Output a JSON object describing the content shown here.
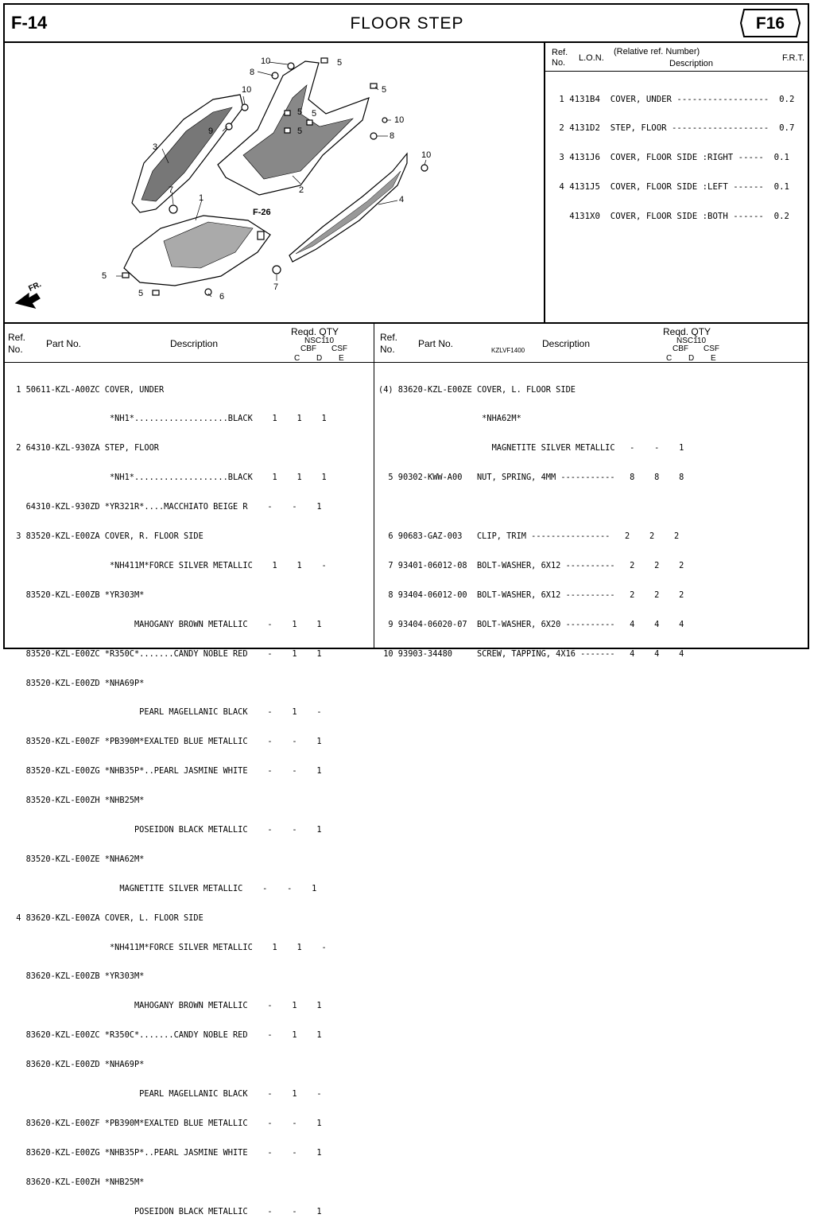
{
  "header": {
    "section": "F-14",
    "title": "FLOOR STEP",
    "figure": "F16"
  },
  "diagram": {
    "callouts": [
      "1",
      "2",
      "3",
      "4",
      "5",
      "5",
      "5",
      "5",
      "5",
      "5",
      "5",
      "6",
      "7",
      "7",
      "8",
      "8",
      "9",
      "10",
      "10",
      "10",
      "10"
    ],
    "ref_label": "F-26",
    "direction_label": "FR.",
    "drawing_code": "KZLVF1400"
  },
  "ref_table": {
    "headers": {
      "ref": "Ref.",
      "no": "No.",
      "lon": "L.O.N.",
      "relative": "(Relative ref. Number)",
      "description": "Description",
      "frt": "F.R.T."
    },
    "rows": [
      " 1 4131B4  COVER, UNDER ------------------  0.2",
      " 2 4131D2  STEP, FLOOR -------------------  0.7",
      " 3 4131J6  COVER, FLOOR SIDE :RIGHT -----  0.1",
      " 4 4131J5  COVER, FLOOR SIDE :LEFT ------  0.1",
      "   4131X0  COVER, FLOOR SIDE :BOTH ------  0.2"
    ]
  },
  "parts_table": {
    "headers": {
      "ref": "Ref.",
      "no": "No.",
      "part_no": "Part No.",
      "description": "Description",
      "reqd": "Reqd. QTY",
      "model": "NSC110",
      "cbf": "CBF",
      "csf": "CSF",
      "c": "C",
      "d": "D",
      "e": "E"
    },
    "left_rows": [
      " 1 50611-KZL-A00ZC COVER, UNDER",
      "                    *NH1*...................BLACK    1    1    1",
      " 2 64310-KZL-930ZA STEP, FLOOR",
      "                    *NH1*...................BLACK    1    1    1",
      "   64310-KZL-930ZD *YR321R*....MACCHIATO BEIGE R    -    -    1",
      " 3 83520-KZL-E00ZA COVER, R. FLOOR SIDE",
      "                    *NH411M*FORCE SILVER METALLIC    1    1    -",
      "   83520-KZL-E00ZB *YR303M*",
      "                         MAHOGANY BROWN METALLIC    -    1    1",
      "   83520-KZL-E00ZC *R350C*.......CANDY NOBLE RED    -    1    1",
      "   83520-KZL-E00ZD *NHA69P*",
      "                          PEARL MAGELLANIC BLACK    -    1    -",
      "   83520-KZL-E00ZF *PB390M*EXALTED BLUE METALLIC    -    -    1",
      "   83520-KZL-E00ZG *NHB35P*..PEARL JASMINE WHITE    -    -    1",
      "   83520-KZL-E00ZH *NHB25M*",
      "                         POSEIDON BLACK METALLIC    -    -    1",
      "   83520-KZL-E00ZE *NHA62M*",
      "                      MAGNETITE SILVER METALLIC    -    -    1",
      " 4 83620-KZL-E00ZA COVER, L. FLOOR SIDE",
      "                    *NH411M*FORCE SILVER METALLIC    1    1    -",
      "   83620-KZL-E00ZB *YR303M*",
      "                         MAHOGANY BROWN METALLIC    -    1    1",
      "   83620-KZL-E00ZC *R350C*.......CANDY NOBLE RED    -    1    1",
      "   83620-KZL-E00ZD *NHA69P*",
      "                          PEARL MAGELLANIC BLACK    -    1    -",
      "   83620-KZL-E00ZF *PB390M*EXALTED BLUE METALLIC    -    -    1",
      "   83620-KZL-E00ZG *NHB35P*..PEARL JASMINE WHITE    -    -    1",
      "   83620-KZL-E00ZH *NHB25M*",
      "                         POSEIDON BLACK METALLIC    -    -    1"
    ],
    "right_rows": [
      "(4) 83620-KZL-E00ZE COVER, L. FLOOR SIDE",
      "                     *NHA62M*",
      "                       MAGNETITE SILVER METALLIC   -    -    1",
      "  5 90302-KWW-A00   NUT, SPRING, 4MM -----------   8    8    8",
      "",
      "  6 90683-GAZ-003   CLIP, TRIM ----------------   2    2    2",
      "  7 93401-06012-08  BOLT-WASHER, 6X12 ----------   2    2    2",
      "  8 93404-06012-00  BOLT-WASHER, 6X12 ----------   2    2    2",
      "  9 93404-06020-07  BOLT-WASHER, 6X20 ----------   4    4    4",
      " 10 93903-34480     SCREW, TAPPING, 4X16 -------   4    4    4"
    ]
  }
}
